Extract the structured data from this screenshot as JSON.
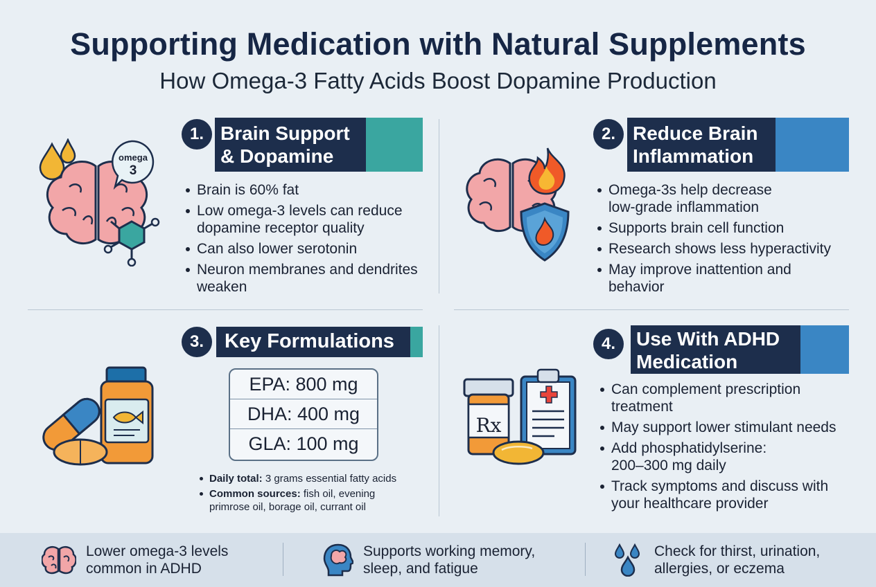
{
  "header": {
    "title": "Supporting Medication with Natural Supplements",
    "subtitle": "How Omega-3 Fatty Acids Boost Dopamine Production"
  },
  "sections": [
    {
      "number": "1.",
      "heading_line1": "Brain Support",
      "heading_line2": "& Dopamine",
      "accent": "#3aa6a0",
      "icon_label_1": "omega",
      "icon_label_2": "3",
      "bullets": [
        "Brain is 60% fat",
        "Low omega-3 levels can reduce dopamine receptor quality",
        "Can also lower serotonin",
        "Neuron membranes and dendrites weaken"
      ]
    },
    {
      "number": "2.",
      "heading_line1": "Reduce Brain",
      "heading_line2": "Inflammation",
      "accent": "#3a86c4",
      "bullets": [
        "Omega-3s help decrease low-grade inflammation",
        "Supports brain cell function",
        "Research shows less hyperactivity",
        "May improve inattention and behavior"
      ]
    },
    {
      "number": "3.",
      "heading_line1": "Key Formulations",
      "accent": "#3aa6a0",
      "formulations": [
        "EPA: 800 mg",
        "DHA: 400 mg",
        "GLA: 100 mg"
      ],
      "notes": [
        {
          "label": "Daily total:",
          "text": "3 grams essential fatty acids"
        },
        {
          "label": "Common sources:",
          "text": "fish oil, evening primrose oil, borage oil, currant oil"
        }
      ]
    },
    {
      "number": "4.",
      "heading_line1": "Use With ADHD",
      "heading_line2": "Medication",
      "accent": "#3a86c4",
      "icon_label": "Rx",
      "bullets": [
        "Can complement prescription treatment",
        "May support lower stimulant needs",
        "Add phosphatidylserine: 200–300 mg daily",
        "Track symptoms and discuss with your healthcare provider"
      ]
    }
  ],
  "footer": [
    {
      "icon": "brain-icon",
      "text_line1": "Lower omega-3 levels",
      "text_line2": "common in ADHD"
    },
    {
      "icon": "head-brain-icon",
      "text_line1": "Supports working memory,",
      "text_line2": "sleep, and fatigue"
    },
    {
      "icon": "water-drops-icon",
      "text_line1": "Check for thirst, urination,",
      "text_line2": "allergies, or eczema"
    }
  ]
}
